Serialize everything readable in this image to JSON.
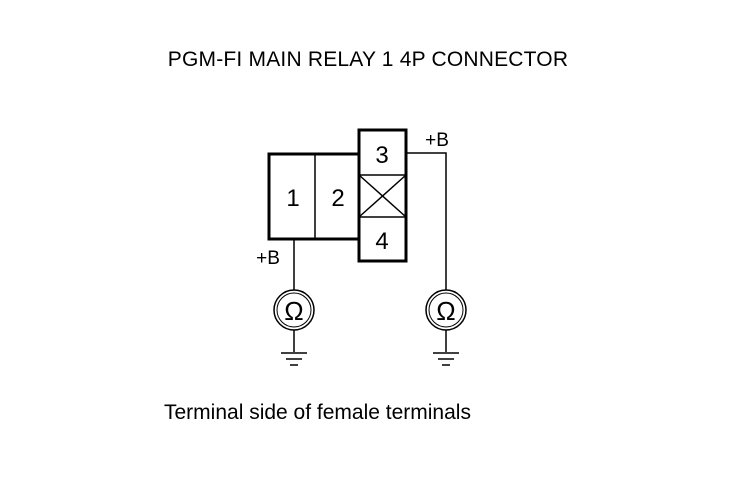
{
  "title": "PGM-FI MAIN RELAY 1 4P CONNECTOR",
  "caption": "Terminal side of female terminals",
  "connector": {
    "terminals": [
      "1",
      "2",
      "3",
      "4"
    ]
  },
  "labels": {
    "plus_b_left": "+B",
    "plus_b_right": "+B"
  },
  "meters": {
    "left_symbol": "Ω",
    "right_symbol": "Ω"
  },
  "icons": [
    "ohmmeter-icon",
    "ground-icon",
    "blocked-cavity-icon"
  ]
}
